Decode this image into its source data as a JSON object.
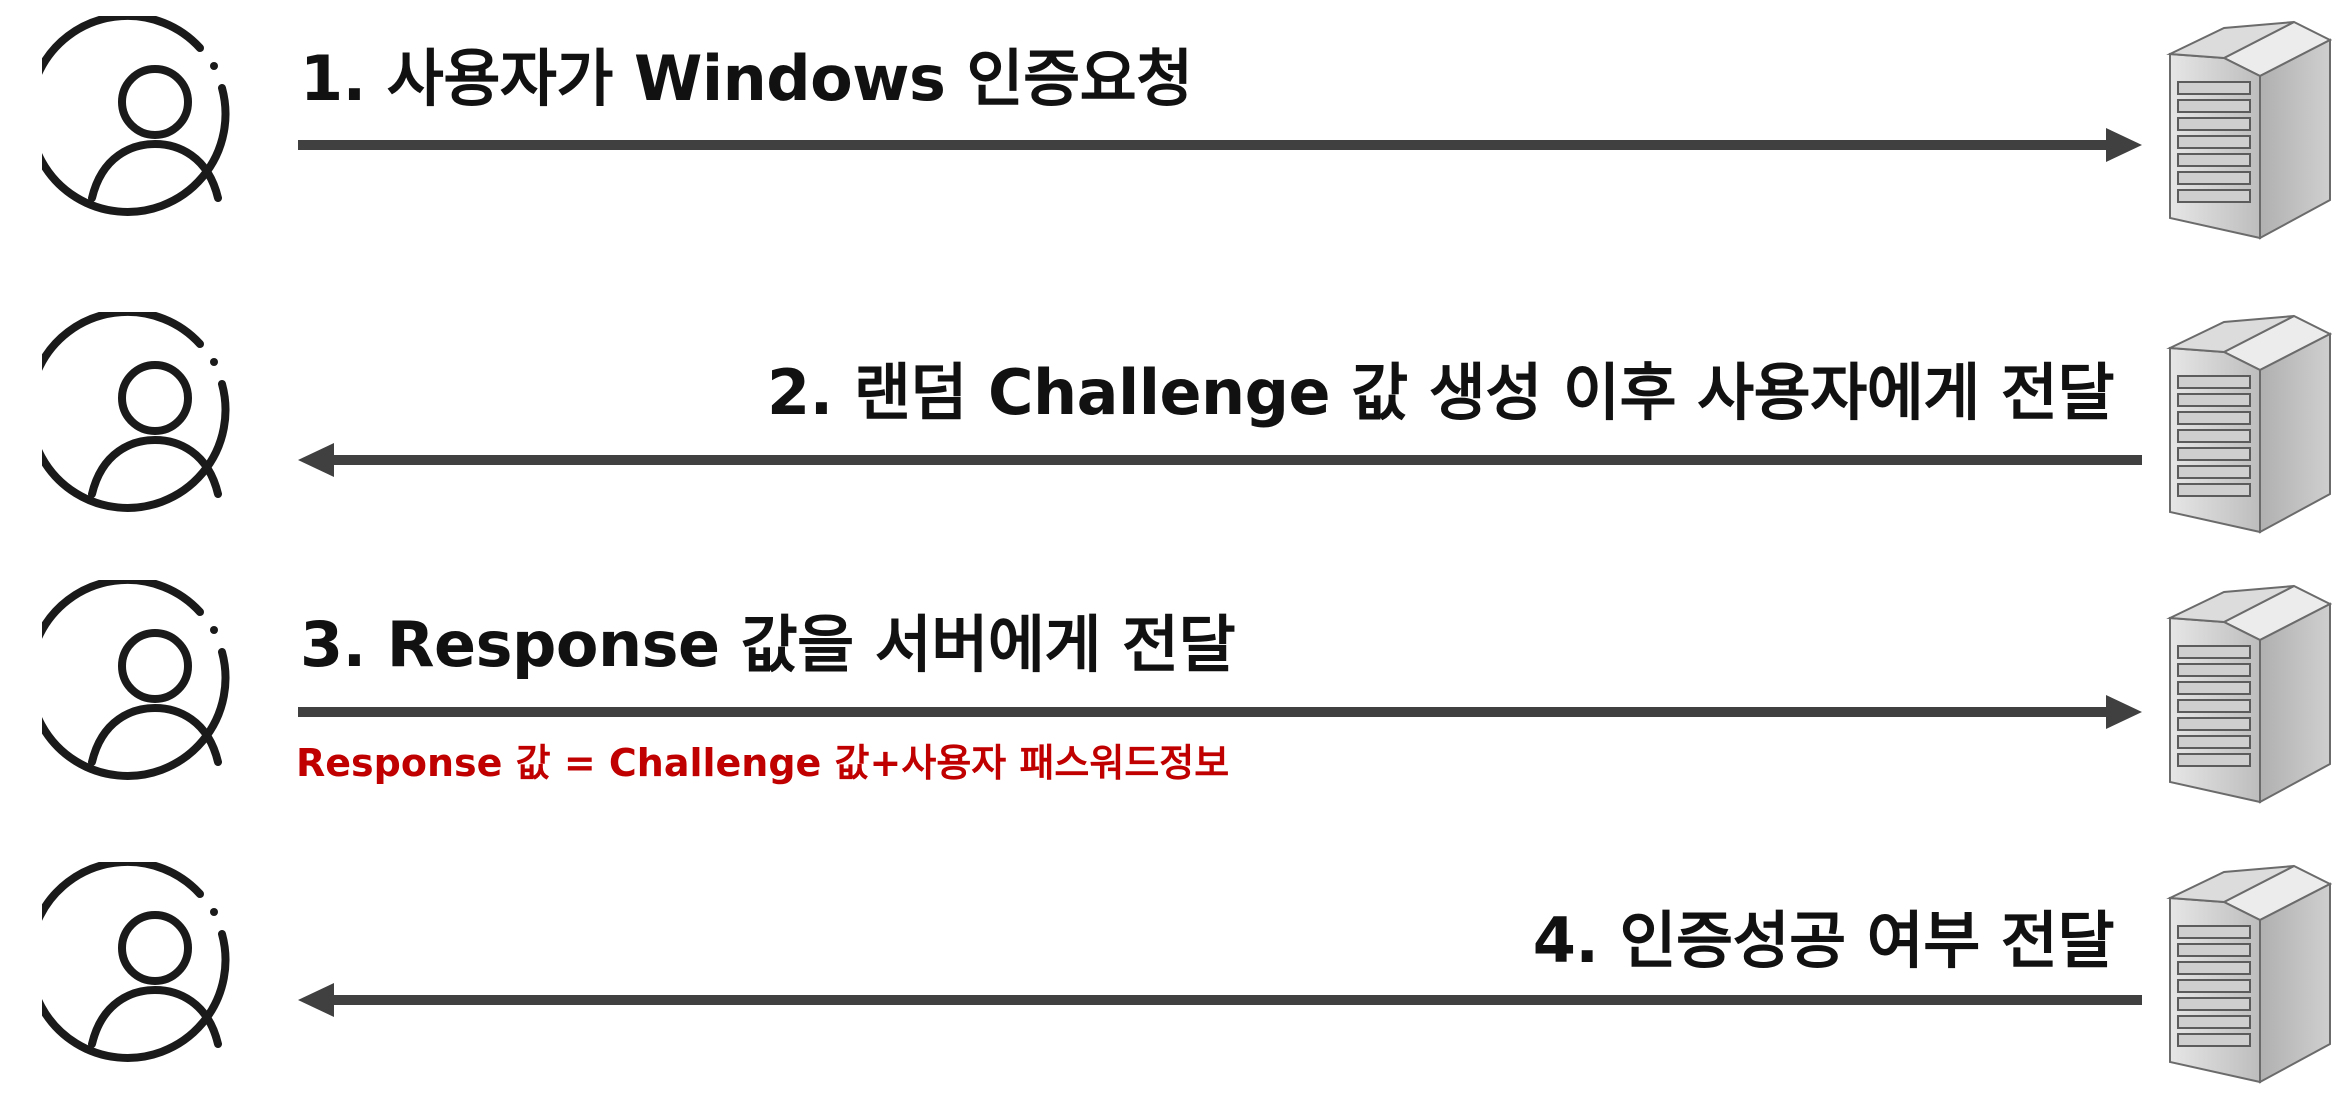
{
  "steps": [
    {
      "label": "1. 사용자가 Windows 인증요청",
      "direction": "to-server"
    },
    {
      "label": "2. 랜덤 Challenge 값 생성 이후 사용자에게 전달",
      "direction": "to-user"
    },
    {
      "label": "3. Response 값을 서버에게 전달",
      "direction": "to-server",
      "note": "Response 값 = Challenge 값+사용자 패스워드정보"
    },
    {
      "label": "4. 인증성공 여부 전달",
      "direction": "to-user"
    }
  ],
  "icons": {
    "user": "user-icon",
    "server": "server-icon"
  },
  "colors": {
    "line": "#404040",
    "text": "#111111",
    "note": "#c00000"
  }
}
